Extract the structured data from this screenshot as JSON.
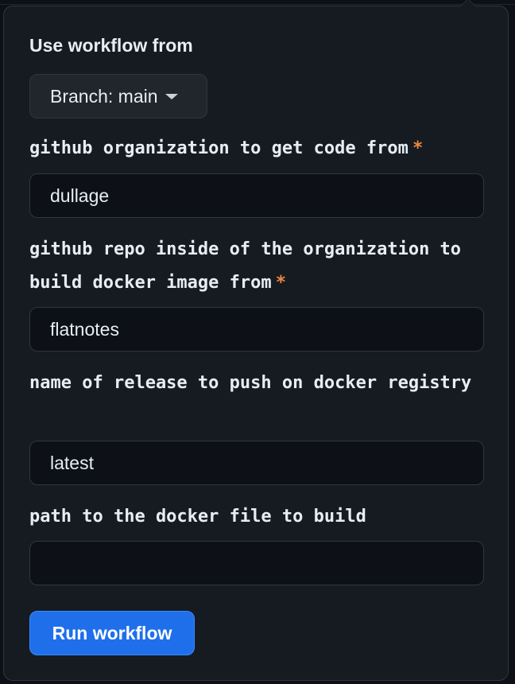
{
  "popover": {
    "heading": "Use workflow from",
    "branch_button": {
      "label": "Branch: main",
      "icon": "triangle-down-icon"
    },
    "fields": [
      {
        "label": "github organization to get code from",
        "required": true,
        "value": "dullage",
        "placeholder": ""
      },
      {
        "label": "github repo inside of the organization to build docker image from",
        "required": true,
        "value": "flatnotes",
        "placeholder": ""
      },
      {
        "label": "name of release to push on docker registry",
        "required": false,
        "value": "latest",
        "placeholder": ""
      },
      {
        "label": "path to the docker file to build",
        "required": false,
        "value": "",
        "placeholder": ""
      }
    ],
    "required_marker": "*",
    "submit_label": "Run workflow"
  },
  "colors": {
    "background": "#0d1117",
    "surface": "#161b22",
    "border": "#30363d",
    "text": "#e6edf3",
    "required": "#f0883e",
    "primary_button": "#1f6feb"
  }
}
